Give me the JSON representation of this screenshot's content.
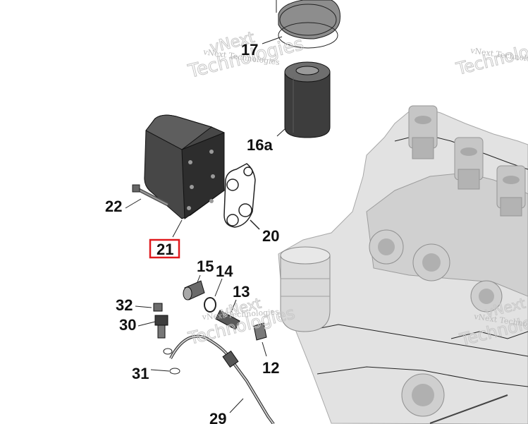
{
  "callouts": [
    {
      "id": "17",
      "text": "17"
    },
    {
      "id": "16a",
      "text": "16a"
    },
    {
      "id": "22",
      "text": "22"
    },
    {
      "id": "21",
      "text": "21",
      "highlighted": true
    },
    {
      "id": "20",
      "text": "20"
    },
    {
      "id": "15",
      "text": "15"
    },
    {
      "id": "14",
      "text": "14"
    },
    {
      "id": "13",
      "text": "13"
    },
    {
      "id": "32",
      "text": "32"
    },
    {
      "id": "30",
      "text": "30"
    },
    {
      "id": "31",
      "text": "31"
    },
    {
      "id": "12",
      "text": "12"
    },
    {
      "id": "29",
      "text": "29"
    }
  ],
  "watermark": {
    "small": "vNext Technologies",
    "large_1": "Technologies",
    "large_2": "vNext"
  },
  "colors": {
    "highlight": "#e0191d",
    "engine_gray": "#bdbdbd",
    "part_dark": "#444444"
  }
}
